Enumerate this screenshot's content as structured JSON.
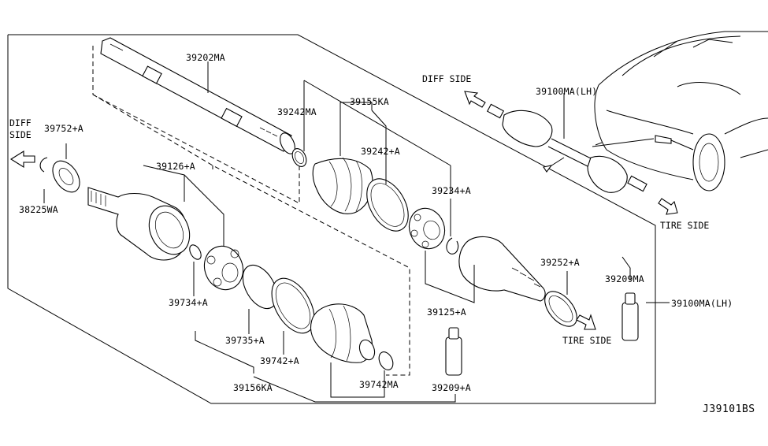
{
  "diagram_code": "J39101BS",
  "side_labels": {
    "diff_left_1": "DIFF",
    "diff_left_2": "SIDE",
    "diff_top": "DIFF SIDE",
    "tire_right": "TIRE SIDE",
    "tire_mid": "TIRE SIDE"
  },
  "parts": {
    "p39202MA": "39202MA",
    "p39242MA": "39242MA",
    "p39155KA": "39155KA",
    "p39242A": "39242+A",
    "p39234A": "39234+A",
    "p39126A": "39126+A",
    "p39752A": "39752+A",
    "p38225WA": "38225WA",
    "p39734A": "39734+A",
    "p39735A": "39735+A",
    "p39742A": "39742+A",
    "p39156KA": "39156KA",
    "p39742MA": "39742MA",
    "p39209A": "39209+A",
    "p39125A": "39125+A",
    "p39252A": "39252+A",
    "p39209MA": "39209MA",
    "p39100MA_LH_right": "39100MA(LH)",
    "p39100MA_LH_top": "39100MA(LH)"
  }
}
